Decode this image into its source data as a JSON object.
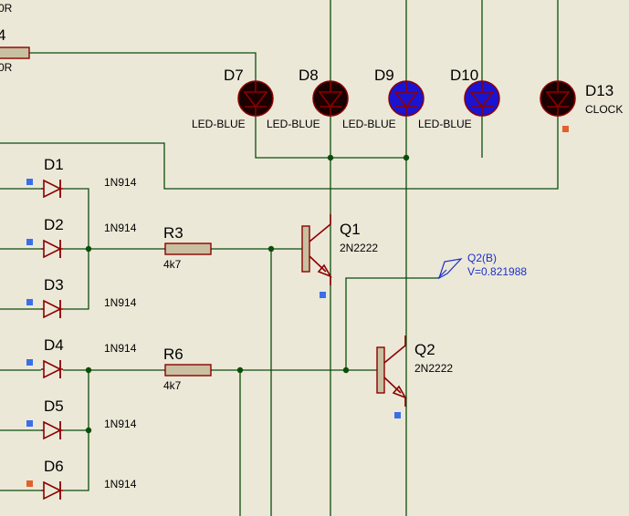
{
  "colors": {
    "background": "#ece8d8",
    "wire": "#0b4d0b",
    "component": "#8b0000",
    "resistor_fill": "#c8c0a0",
    "led_off": "#1a0000",
    "led_on": "#1a14d2",
    "pin_low": "#3a6fe8",
    "pin_high": "#e0622a",
    "probe": "#1b2fcc"
  },
  "offscreen_labels": {
    "top": "0R",
    "partial_ref": "4",
    "value": "0R"
  },
  "leds": [
    {
      "ref": "D7",
      "value": "LED-BLUE",
      "lit": false
    },
    {
      "ref": "D8",
      "value": "LED-BLUE",
      "lit": false
    },
    {
      "ref": "D9",
      "value": "LED-BLUE",
      "lit": true
    },
    {
      "ref": "D10",
      "value": "LED-BLUE",
      "lit": true
    },
    {
      "ref": "D13",
      "value": "CLOCK",
      "lit": false
    }
  ],
  "diodes": [
    {
      "ref": "D1",
      "value": "1N914",
      "state": "low"
    },
    {
      "ref": "D2",
      "value": "1N914",
      "state": "low"
    },
    {
      "ref": "D3",
      "value": "1N914",
      "state": "low"
    },
    {
      "ref": "D4",
      "value": "1N914",
      "state": "low"
    },
    {
      "ref": "D5",
      "value": "1N914",
      "state": "low"
    },
    {
      "ref": "D6",
      "value": "1N914",
      "state": "high"
    }
  ],
  "resistors": [
    {
      "ref": "R3",
      "value": "4k7"
    },
    {
      "ref": "R6",
      "value": "4k7"
    }
  ],
  "transistors": [
    {
      "ref": "Q1",
      "value": "2N2222"
    },
    {
      "ref": "Q2",
      "value": "2N2222"
    }
  ],
  "probe": {
    "name": "Q2(B)",
    "reading": "V=0.821988"
  }
}
